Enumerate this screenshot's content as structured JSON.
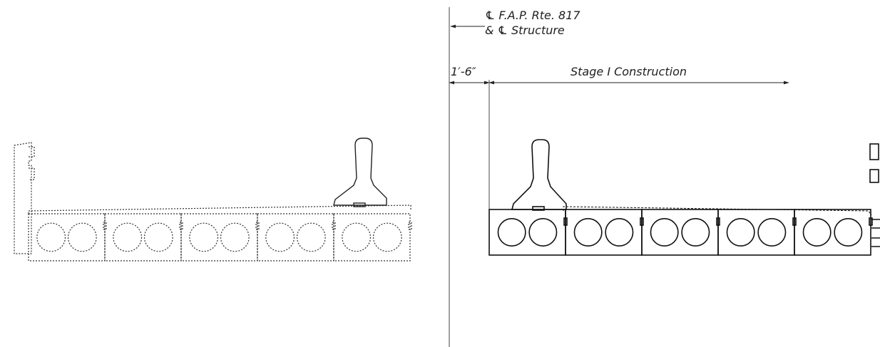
{
  "annotations": {
    "centerline_line1": "℄ F.A.P. Rte. 817",
    "centerline_line2": "& ℄ Structure",
    "offset_dimension": "1′-6″",
    "stage_label": "Stage I Construction"
  },
  "existing_section": {
    "line_style": "dotted",
    "beam_count": 5,
    "voids_per_beam": 2
  },
  "stage_one_section": {
    "line_style": "solid",
    "beam_count": 5,
    "voids_per_beam": 2
  },
  "colors": {
    "linework": "#222222",
    "background": "#ffffff"
  }
}
